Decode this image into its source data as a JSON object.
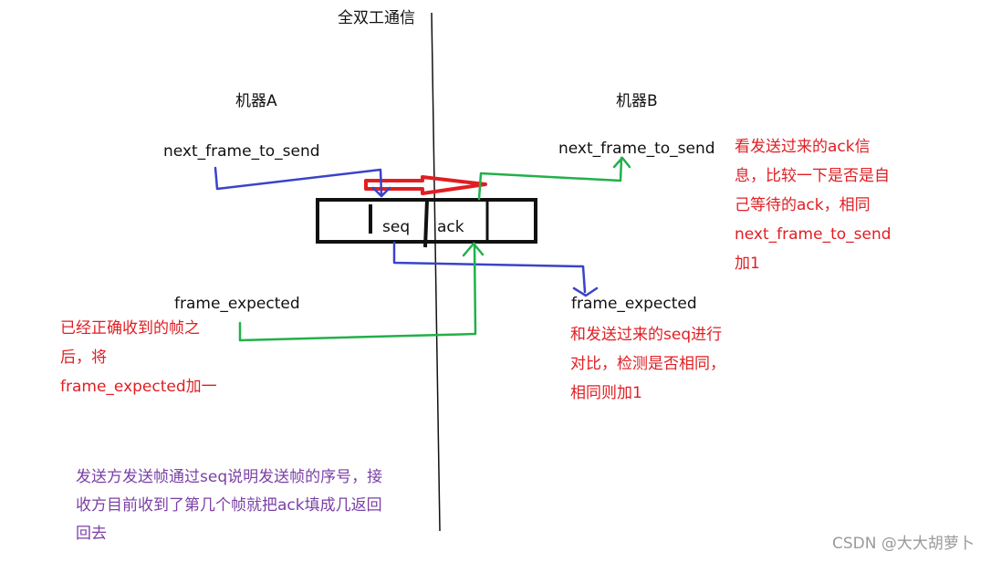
{
  "title": "全双工通信",
  "machine_a": {
    "label": "机器A",
    "next_frame_to_send": "next_frame_to_send",
    "frame_expected": "frame_expected",
    "note_lines": [
      "已经正确收到的帧之",
      "后，将",
      "frame_expected加一"
    ]
  },
  "machine_b": {
    "label": "机器B",
    "next_frame_to_send": "next_frame_to_send",
    "frame_expected": "frame_expected",
    "ack_note_lines": [
      "看发送过来的ack信",
      "息，比较一下是否是自",
      "己等待的ack，相同",
      "next_frame_to_send",
      "加1"
    ],
    "seq_note_lines": [
      "和发送过来的seq进行",
      "对比，检测是否相同，",
      "相同则加1"
    ]
  },
  "frame": {
    "seq_label": "seq",
    "ack_label": "ack"
  },
  "footer_note_lines": [
    "发送方发送帧通过seq说明发送帧的序号，接",
    "收方目前收到了第几个帧就把ack填成几返回",
    "回去"
  ],
  "watermark": "CSDN @大大胡萝卜",
  "colors": {
    "red": "#e01e23",
    "blue": "#3a43c9",
    "green": "#22b04a",
    "purple": "#7b3fa6"
  }
}
